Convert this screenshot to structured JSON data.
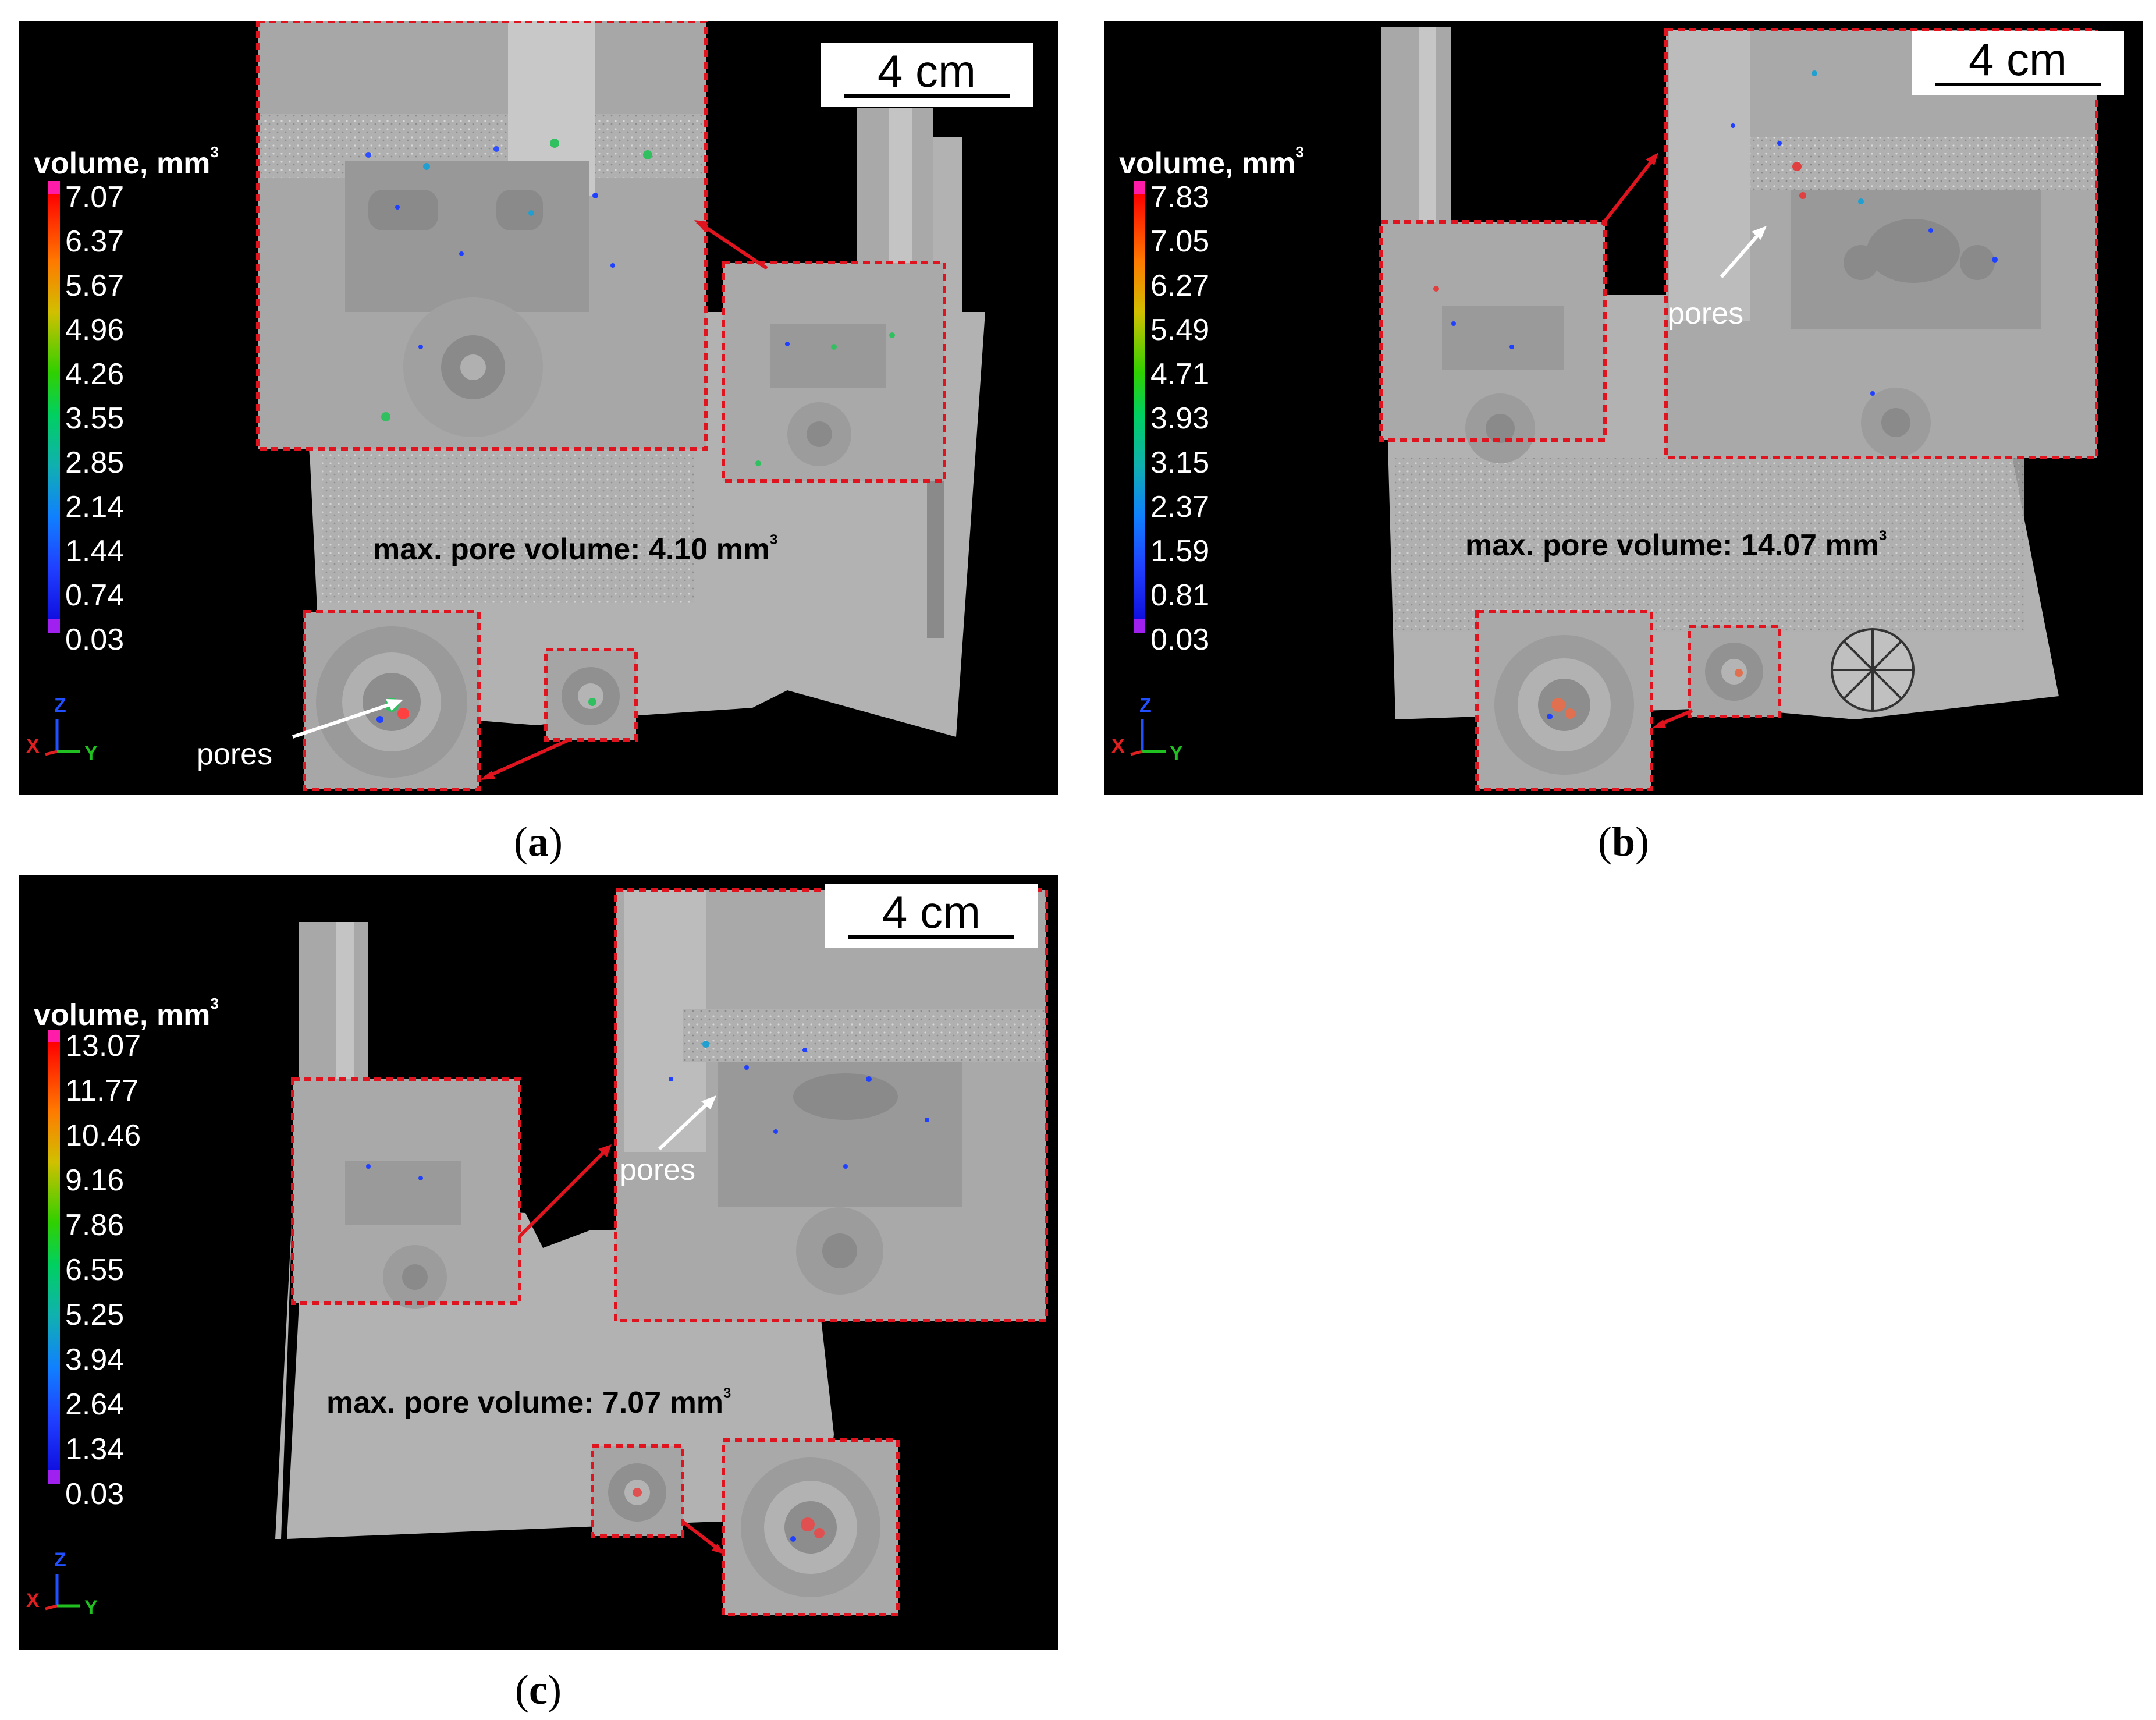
{
  "figure": {
    "panels": [
      {
        "id": "a",
        "caption_label": "a",
        "scale_bar": "4 cm",
        "legend_title": "volume, mm",
        "legend_title_sup": "3",
        "legend_ticks": [
          "7.07",
          "6.37",
          "5.67",
          "4.96",
          "4.26",
          "3.55",
          "2.85",
          "2.14",
          "1.44",
          "0.74",
          "0.03"
        ],
        "max_pore_text": "max. pore volume: 4.10 mm",
        "max_pore_sup": "3",
        "pores_label": "pores",
        "axes": {
          "x": "X",
          "y": "Y",
          "z": "Z"
        }
      },
      {
        "id": "b",
        "caption_label": "b",
        "scale_bar": "4 cm",
        "legend_title": "volume, mm",
        "legend_title_sup": "3",
        "legend_ticks": [
          "7.83",
          "7.05",
          "6.27",
          "5.49",
          "4.71",
          "3.93",
          "3.15",
          "2.37",
          "1.59",
          "0.81",
          "0.03"
        ],
        "max_pore_text": "max. pore volume: 14.07 mm",
        "max_pore_sup": "3",
        "pores_label": "pores",
        "axes": {
          "x": "X",
          "y": "Y",
          "z": "Z"
        }
      },
      {
        "id": "c",
        "caption_label": "c",
        "scale_bar": "4 cm",
        "legend_title": "volume, mm",
        "legend_title_sup": "3",
        "legend_ticks": [
          "13.07",
          "11.77",
          "10.46",
          "9.16",
          "7.86",
          "6.55",
          "5.25",
          "3.94",
          "2.64",
          "1.34",
          "0.03"
        ],
        "max_pore_text": "max. pore volume: 7.07 mm",
        "max_pore_sup": "3",
        "pores_label": "pores",
        "axes": {
          "x": "X",
          "y": "Y",
          "z": "Z"
        }
      }
    ],
    "colors": {
      "background": "#000000",
      "part_gray": "#b4b4b4",
      "zoom_box": "#e0141e",
      "arrow": "#e0141e"
    }
  }
}
